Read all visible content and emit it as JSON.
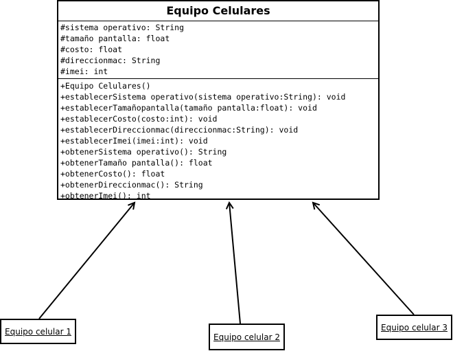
{
  "class_box": {
    "title": "Equipo Celulares",
    "attributes": [
      "#sistema operativo: String",
      "#tamaño pantalla: float",
      "#costo: float",
      "#direccionmac: String",
      "#imei: int"
    ],
    "methods": [
      "+Equipo Celulares()",
      "+establecerSistema operativo(sistema operativo:String): void",
      "+establecerTamañopantalla(tamaño pantalla:float): void",
      "+establecerCosto(costo:int): void",
      "+establecerDireccionmac(direccionmac:String): void",
      "+establecerImei(imei:int): void",
      "+obtenerSistema operativo(): String",
      "+obtenerTamaño pantalla(): float",
      "+obtenerCosto(): float",
      "+obtenerDireccionmac(): String",
      "+obtenerImei(): int"
    ]
  },
  "instances": [
    {
      "label": "Equipo celular 1"
    },
    {
      "label": "Equipo celular 2"
    },
    {
      "label": "Equipo celular 3"
    }
  ]
}
